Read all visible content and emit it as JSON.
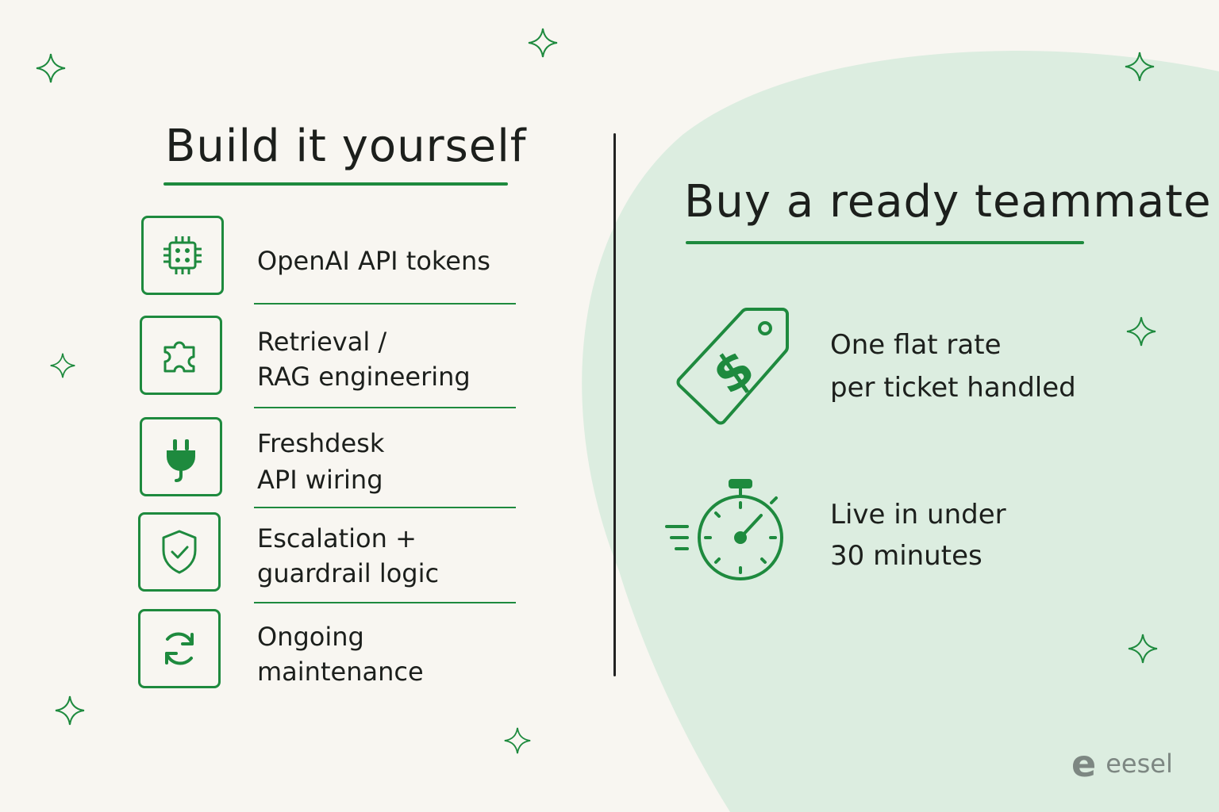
{
  "left": {
    "heading": "Build it yourself",
    "items": [
      {
        "icon": "chip-icon",
        "line1": "OpenAI API tokens",
        "line2": ""
      },
      {
        "icon": "puzzle-icon",
        "line1": "Retrieval /",
        "line2": "RAG engineering"
      },
      {
        "icon": "plug-icon",
        "line1": "Freshdesk",
        "line2": "API wiring"
      },
      {
        "icon": "shield-check-icon",
        "line1": "Escalation +",
        "line2": "guardrail logic"
      },
      {
        "icon": "refresh-icon",
        "line1": "Ongoing",
        "line2": "maintenance"
      }
    ]
  },
  "right": {
    "heading": "Buy a ready teammate",
    "items": [
      {
        "icon": "price-tag-icon",
        "line1": "One flat rate",
        "line2": "per ticket handled"
      },
      {
        "icon": "stopwatch-icon",
        "line1": "Live in under",
        "line2": "30 minutes"
      }
    ]
  },
  "brand": {
    "mark": "e",
    "name": "eesel"
  },
  "colors": {
    "accent": "#1e8a3e",
    "blob": "#dcede0",
    "background": "#f8f6f1",
    "text": "#1c1f1c"
  }
}
